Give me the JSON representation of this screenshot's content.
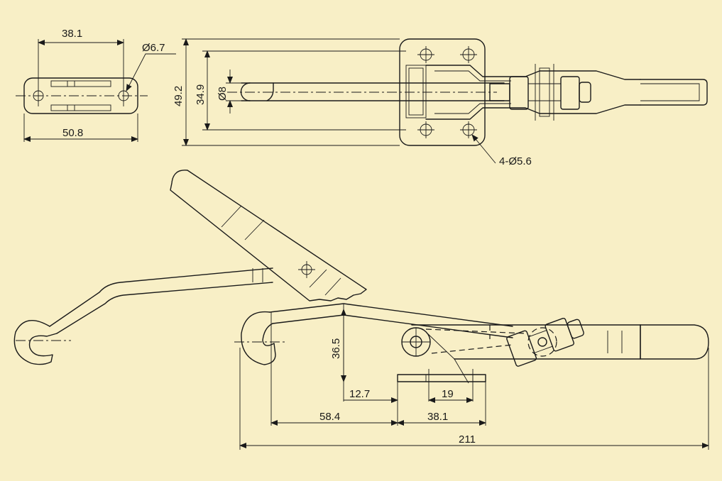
{
  "colors": {
    "background": "#f8efc6",
    "ink": "#1a1a1a"
  },
  "views": {
    "end_view": {
      "width_top": "38.1",
      "hole_dia": "Ø6.7",
      "width_bottom": "50.8"
    },
    "top_view": {
      "height_outer": "49.2",
      "height_inner": "34.9",
      "rod_dia": "Ø8",
      "mount_holes": "4-Ø5.6"
    },
    "side_view": {
      "height": "36.5",
      "offset": "12.7",
      "base_width": "19",
      "reach": "58.4",
      "base_length": "38.1",
      "overall_length": "211"
    }
  }
}
